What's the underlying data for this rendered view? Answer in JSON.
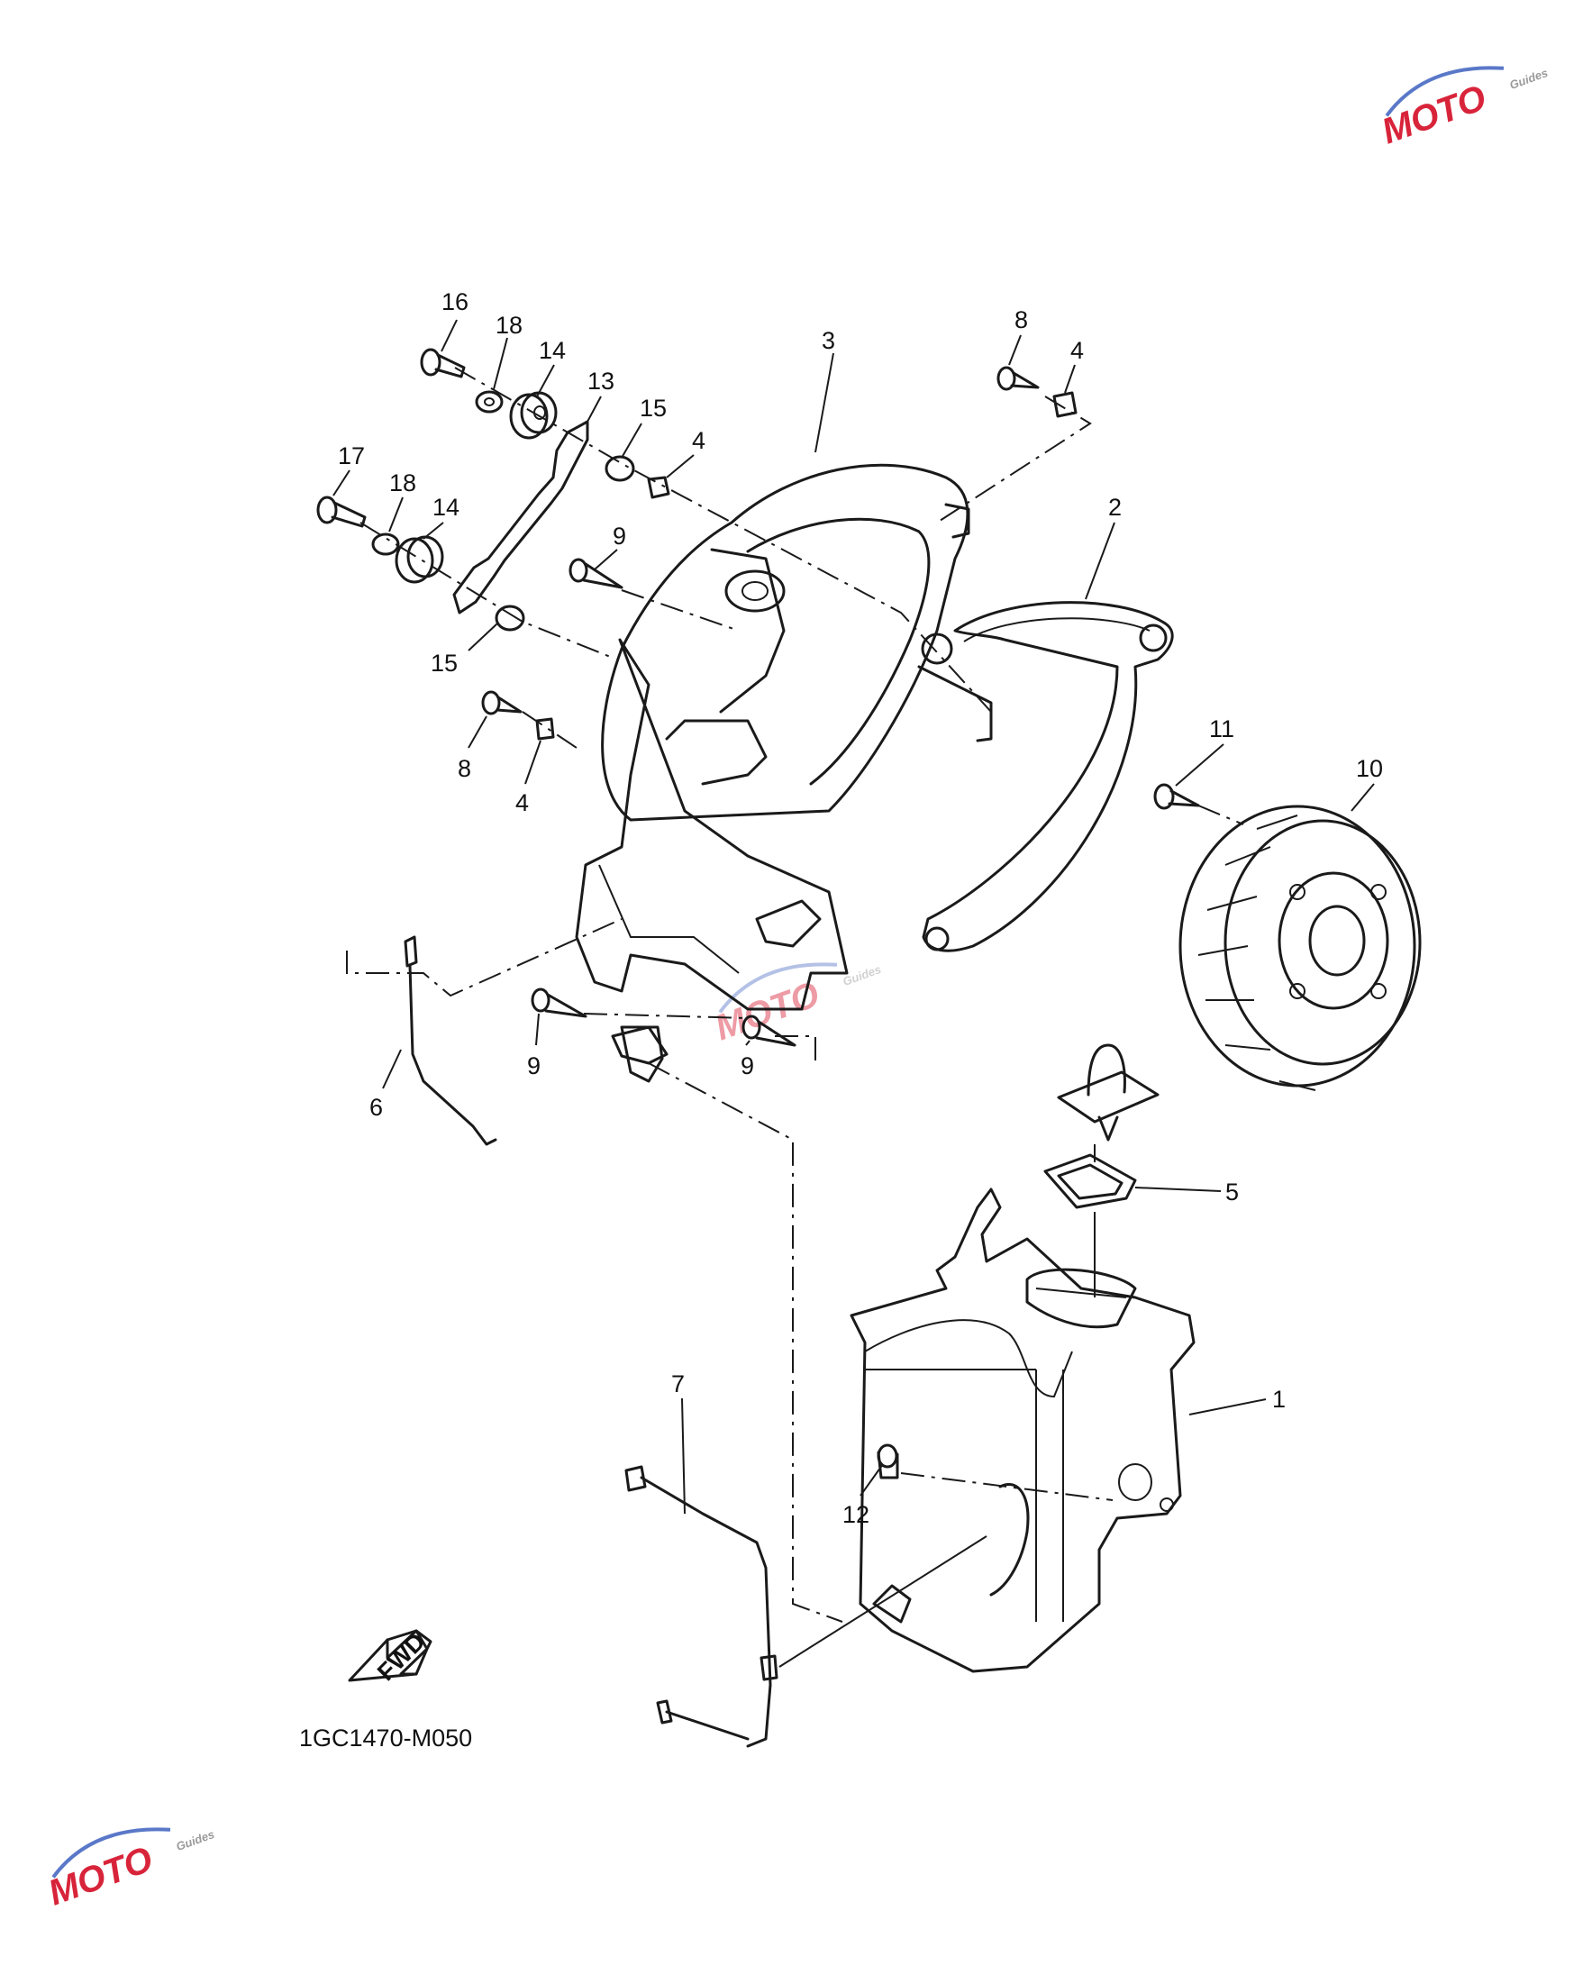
{
  "diagram": {
    "code": "1GC1470-M050",
    "fwd_label": "FWD",
    "watermark": {
      "brand": "MOTO",
      "sub": "Guides",
      "color_red": "#d8243a",
      "color_blue": "#5a78c8",
      "color_gray": "#9a9a9a"
    },
    "callouts": [
      "16",
      "18",
      "14",
      "13",
      "15",
      "4",
      "3",
      "8",
      "4",
      "2",
      "17",
      "18",
      "14",
      "9",
      "15",
      "8",
      "4",
      "11",
      "10",
      "6",
      "9",
      "9",
      "5",
      "1",
      "7",
      "12"
    ]
  }
}
